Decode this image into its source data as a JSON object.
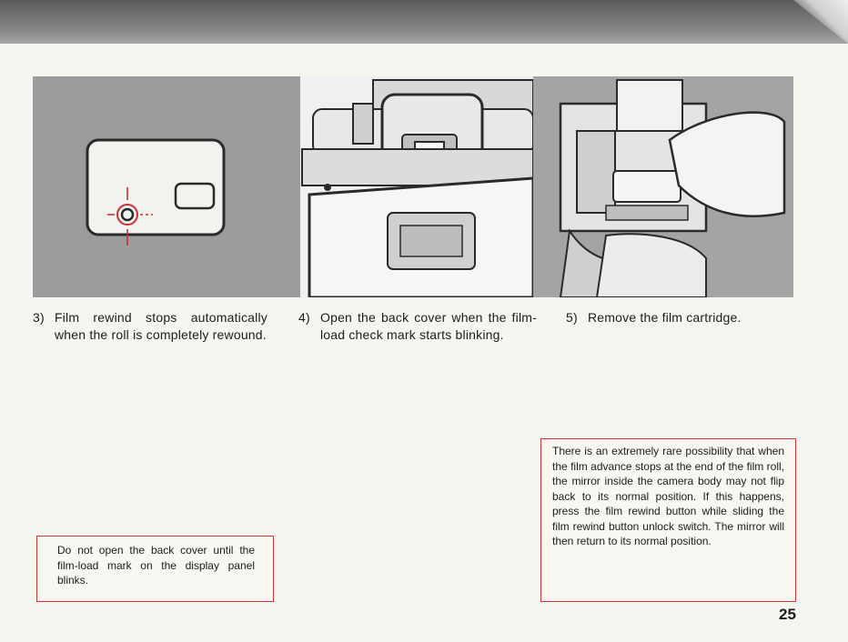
{
  "steps": [
    {
      "number": "3)",
      "text": "Film rewind stops automatically when the roll is completely rewound."
    },
    {
      "number": "4)",
      "text": "Open the back cover when the film-load check mark starts blinking."
    },
    {
      "number": "5)",
      "text": "Remove the film cartridge."
    }
  ],
  "notes": {
    "left": "Do not open the back cover until the film-load mark on the display panel blinks.",
    "right": "There is an extremely rare possibility that when the film advance stops at the end of the film roll, the mirror inside the camera body may not flip back to its normal position. If this happens, press the film rewind button while sliding the film rewind button unlock switch. The mirror will then return to its normal position."
  },
  "page_number": "25",
  "colors": {
    "note_border": "#d03838",
    "display_icon": "#c83030",
    "text": "#1b1b1b"
  }
}
